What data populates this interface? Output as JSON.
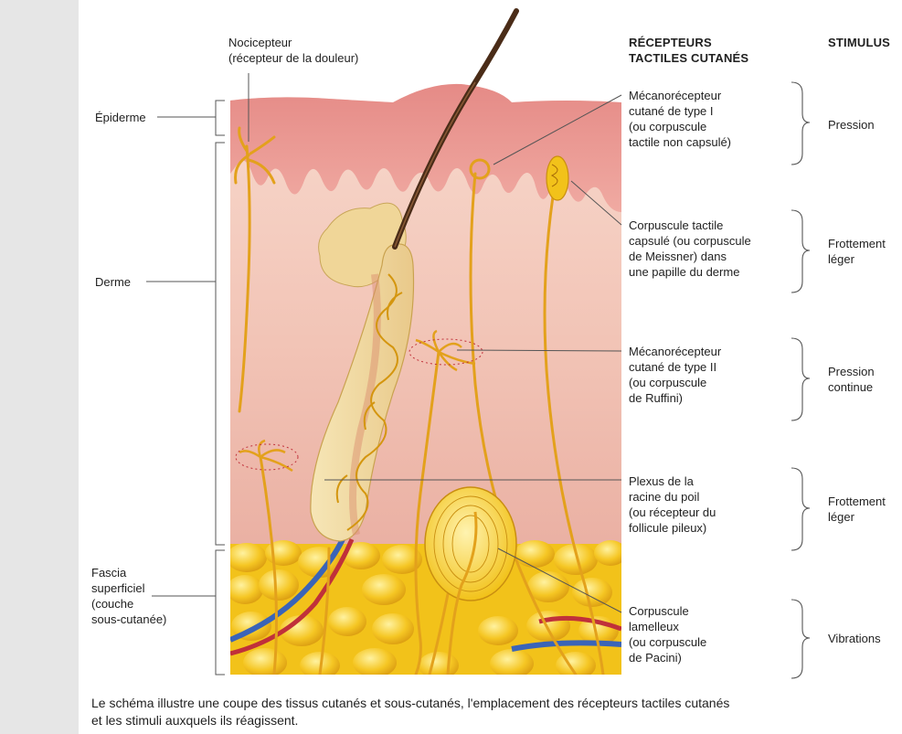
{
  "left_labels": {
    "nocicepteur": "Nocicepteur\n(récepteur de la douleur)",
    "epiderme": "Épiderme",
    "derme": "Derme",
    "fascia": "Fascia\nsuperficiel\n(couche\nsous-cutanée)"
  },
  "headers": {
    "receptors": "RÉCEPTEURS\nTACTILES CUTANÉS",
    "stimulus": "STIMULUS"
  },
  "receptors": [
    {
      "label": "Mécanorécepteur\ncutané de type I\n(ou corpuscule\ntactile non capsulé)",
      "stimulus": "Pression"
    },
    {
      "label": "Corpuscule tactile\ncapsulé (ou corpuscule\nde Meissner) dans\nune papille du derme",
      "stimulus": "Frottement\nléger"
    },
    {
      "label": "Mécanorécepteur\ncutané de type II\n(ou corpuscule\nde Ruffini)",
      "stimulus": "Pression\ncontinue"
    },
    {
      "label": "Plexus de la\nracine du poil\n(ou récepteur du\nfollicule pileux)",
      "stimulus": "Frottement\nléger"
    },
    {
      "label": "Corpuscule\nlamelleux\n(ou corpuscule\nde Pacini)",
      "stimulus": "Vibrations"
    }
  ],
  "caption": "Le schéma illustre une coupe des tissus cutanés et sous-cutanés, l'emplacement des récepteurs tactiles cutanés\net les stimuli auxquels ils réagissent.",
  "colors": {
    "epidermis": "#e07a7a",
    "dermis": "#f3c6bc",
    "fat": "#f2c21a",
    "nerve": "#e3a11c",
    "hair": "#4a2c18",
    "artery": "#c0303a",
    "vein": "#3a64b8",
    "leader": "#555555"
  }
}
